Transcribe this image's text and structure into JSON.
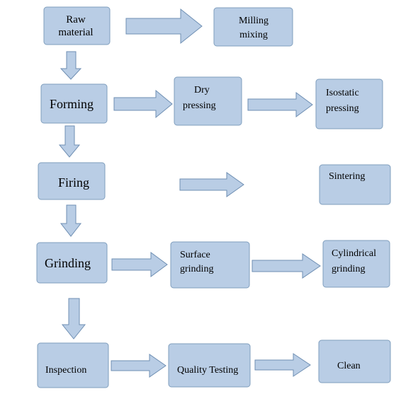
{
  "nodes": {
    "raw_material": {
      "lines": [
        "Raw",
        "material"
      ]
    },
    "milling_mixing": {
      "lines": [
        "Milling",
        "mixing"
      ]
    },
    "forming": {
      "lines": [
        "Forming"
      ]
    },
    "dry_pressing": {
      "lines": [
        "Dry",
        "pressing"
      ]
    },
    "isostatic_pressing": {
      "lines": [
        "Isostatic",
        "pressing"
      ]
    },
    "firing": {
      "lines": [
        "Firing"
      ]
    },
    "sintering": {
      "lines": [
        "Sintering"
      ]
    },
    "grinding": {
      "lines": [
        "Grinding"
      ]
    },
    "surface_grinding": {
      "lines": [
        "Surface",
        "grinding"
      ]
    },
    "cylindrical_grinding": {
      "lines": [
        "Cylindrical",
        "grinding"
      ]
    },
    "inspection": {
      "lines": [
        "Inspection"
      ]
    },
    "quality_testing": {
      "lines": [
        "Quality Testing"
      ]
    },
    "clean": {
      "lines": [
        "Clean"
      ]
    }
  },
  "colors": {
    "box_fill": "#b9cde5",
    "box_stroke": "#7f9ebd",
    "arrow_fill": "#b9cde5",
    "arrow_stroke": "#6f8fb3"
  }
}
